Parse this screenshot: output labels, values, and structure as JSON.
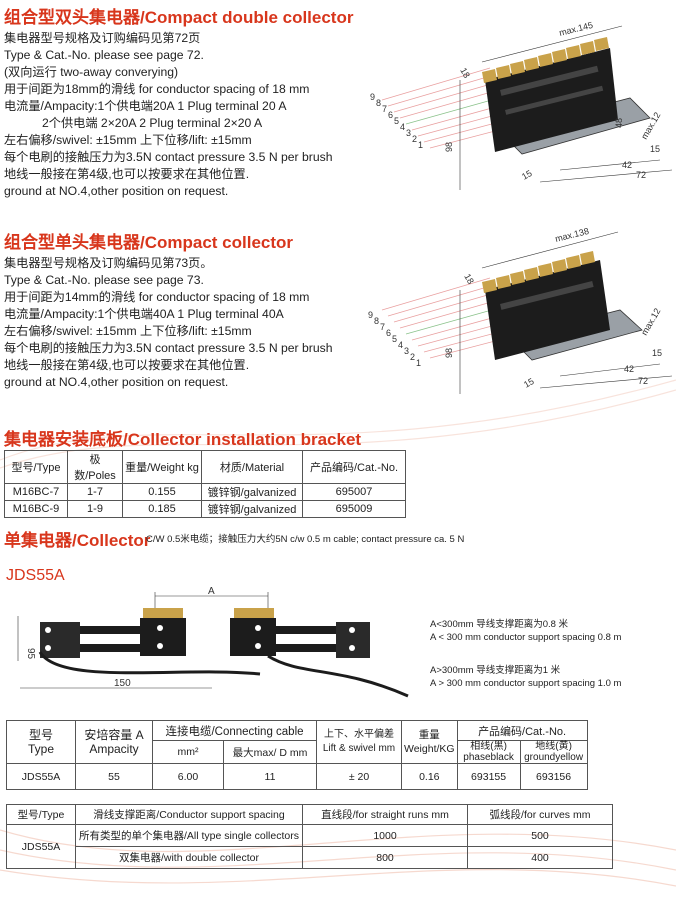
{
  "sec1": {
    "title": "组合型双头集电器/Compact double collector",
    "lines": [
      "集电器型号规格及订购编码见第72页",
      "Type & Cat.-No. please see page 72.",
      "(双向运行 two-away converying)",
      "用于间距为18mm的滑线 for conductor spacing of 18 mm",
      "电流量/Ampacity:1个供电端20A    1 Plug terminal 20 A",
      "2个供电端 2×20A  2 Plug terminal 2×20 A",
      "左右偏移/swivel: ±15mm    上下位移/lift: ±15mm",
      "每个电刷的接触压力为3.5N contact pressure 3.5 N per brush",
      "地线一般接在第4级,也可以按要求在其他位置.",
      "ground at NO.4,other position on request."
    ],
    "dims": {
      "max": "max.145",
      "spacing": "18",
      "height": "98",
      "maxh": "max.12",
      "d48": "48",
      "d42": "42",
      "d72": "72",
      "d15a": "15",
      "d15b": "15",
      "poles": [
        "9",
        "8",
        "7",
        "6",
        "5",
        "4",
        "3",
        "2",
        "1"
      ]
    }
  },
  "sec2": {
    "title": "组合型单头集电器/Compact  collector",
    "lines": [
      "集电器型号规格及订购编码见第73页。",
      "Type & Cat.-No. please see page 73.",
      "用于间距为14mm的滑线 for conductor spacing of 18 mm",
      "电流量/Ampacity:1个供电端40A    1 Plug terminal 40A",
      "左右偏移/swivel: ±15mm    上下位移/lift: ±15mm",
      "每个电刷的接触压力为3.5N contact pressure 3.5 N per brush",
      "地线一般接在第4级,也可以按要求在其他位置.",
      "ground at NO.4,other position on request."
    ],
    "dims": {
      "max": "max.138",
      "spacing": "18",
      "height": "98",
      "maxh": "max.12",
      "d42": "42",
      "d72": "72",
      "d15a": "15",
      "d15b": "15",
      "poles": [
        "9",
        "8",
        "7",
        "6",
        "5",
        "4",
        "3",
        "2",
        "1"
      ]
    }
  },
  "sec3": {
    "title": "集电器安装底板/Collector installation bracket",
    "headers": [
      "型号/Type",
      "极数/Poles",
      "重量/Weight kg",
      "材质/Material",
      "产品编码/Cat.-No."
    ],
    "rows": [
      [
        "M16BC-7",
        "1-7",
        "0.155",
        "镀锌钢/galvanized",
        "695007"
      ],
      [
        "M16BC-9",
        "1-9",
        "0.185",
        "镀锌钢/galvanized",
        "695009"
      ]
    ]
  },
  "sec4": {
    "title": "单集电器/Collector",
    "note": "C/W 0.5米电缆；接触压力大约5N  c/w 0.5 m cable; contact pressure ca. 5 N",
    "model": "JDS55A",
    "dims": {
      "a": "A",
      "h": "95",
      "w": "150"
    },
    "spacing_notes": [
      "A<300mm 导线支撑距离为0.8 米",
      "A < 300 mm conductor support spacing 0.8 m",
      "A>300mm 导线支撑距离为1 米",
      "A > 300 mm conductor support spacing 1.0 m"
    ]
  },
  "table2": {
    "h_type": "型号",
    "h_type_en": "Type",
    "h_amp": "安培容量 A",
    "h_amp_en": "Ampacity",
    "h_cable": "连接电缆/Connecting cable",
    "h_mm2": "mm²",
    "h_maxd": "最大max/ D mm",
    "h_lift": "上下、水平偏差",
    "h_lift_en": "Lift & swivel mm",
    "h_weight": "重量",
    "h_weight_en": "Weight/KG",
    "h_cat": "产品编码/Cat.-No.",
    "h_phase": "相线(黑)",
    "h_phase_en": "phaseblack",
    "h_ground": "地线(黄)",
    "h_ground_en": "groundyellow",
    "row": [
      "JDS55A",
      "55",
      "6.00",
      "11",
      "± 20",
      "0.16",
      "693155",
      "693156"
    ]
  },
  "table3": {
    "headers": [
      "型号/Type",
      "滑线支撑距离/Conductor support spacing",
      "直线段/for straight runs mm",
      "弧线段/for curves mm"
    ],
    "type": "JDS55A",
    "rows": [
      [
        "所有类型的单个集电器/All type single collectors",
        "1000",
        "500"
      ],
      [
        "双集电器/with double collector",
        "800",
        "400"
      ]
    ]
  },
  "colors": {
    "heading": "#d8361c",
    "brush": "#c9a24a",
    "body": "#1c1c1c",
    "wave": "#f6d9cf"
  }
}
